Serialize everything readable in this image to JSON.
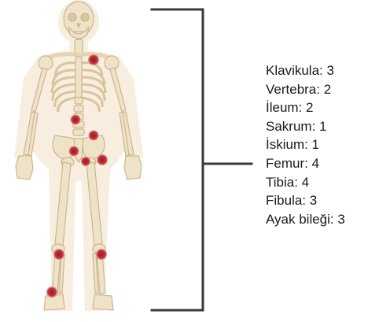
{
  "colors": {
    "bone": "#efe3c7",
    "bone_outline": "#cbb592",
    "body_glow": "#f6ecd9",
    "lesion": "#b3262d",
    "lesion_ring": "#e6a0a0",
    "bracket": "#3a3a3a",
    "text": "#1a1a1a"
  },
  "illustration": {
    "name": "human-skeleton-front-view",
    "lesion_marker_icon": "red-dot-marker"
  },
  "legend": {
    "items": [
      {
        "bone": "Klavikula",
        "count": 3,
        "text": "Klavikula: 3"
      },
      {
        "bone": "Vertebra",
        "count": 2,
        "text": "Vertebra: 2"
      },
      {
        "bone": "İleum",
        "count": 2,
        "text": "İleum: 2"
      },
      {
        "bone": "Sakrum",
        "count": 1,
        "text": "Sakrum: 1"
      },
      {
        "bone": "İskium",
        "count": 1,
        "text": "İskium: 1"
      },
      {
        "bone": "Femur",
        "count": 4,
        "text": "Femur: 4"
      },
      {
        "bone": "Tibia",
        "count": 4,
        "text": "Tibia: 4"
      },
      {
        "bone": "Fibula",
        "count": 3,
        "text": "Fibula: 3"
      },
      {
        "bone": "Ayak bileği",
        "count": 3,
        "text": "Ayak bileği: 3"
      }
    ]
  }
}
